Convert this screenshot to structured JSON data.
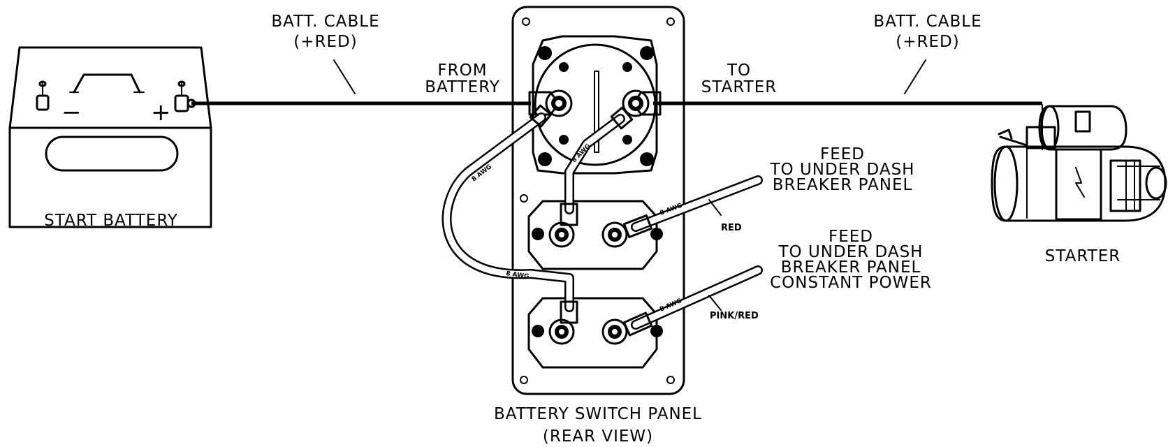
{
  "labels": {
    "batt_cable_left": [
      "BATT. CABLE",
      "(+RED)"
    ],
    "batt_cable_right": [
      "BATT. CABLE",
      "(+RED)"
    ],
    "from_battery": [
      "FROM",
      "BATTERY"
    ],
    "to_starter": [
      "TO",
      "STARTER"
    ],
    "start_battery": "START BATTERY",
    "minus": "−",
    "plus": "+",
    "starter": "STARTER",
    "feed_1": [
      "FEED",
      "TO UNDER DASH",
      "BREAKER PANEL"
    ],
    "feed_2": [
      "FEED",
      "TO UNDER DASH",
      "BREAKER PANEL",
      "CONSTANT POWER"
    ],
    "wire_red": "RED",
    "wire_pink_red": "PINK/RED",
    "awg": "8 AWG",
    "panel_title": [
      "BATTERY SWITCH PANEL",
      "(REAR VIEW)"
    ]
  }
}
